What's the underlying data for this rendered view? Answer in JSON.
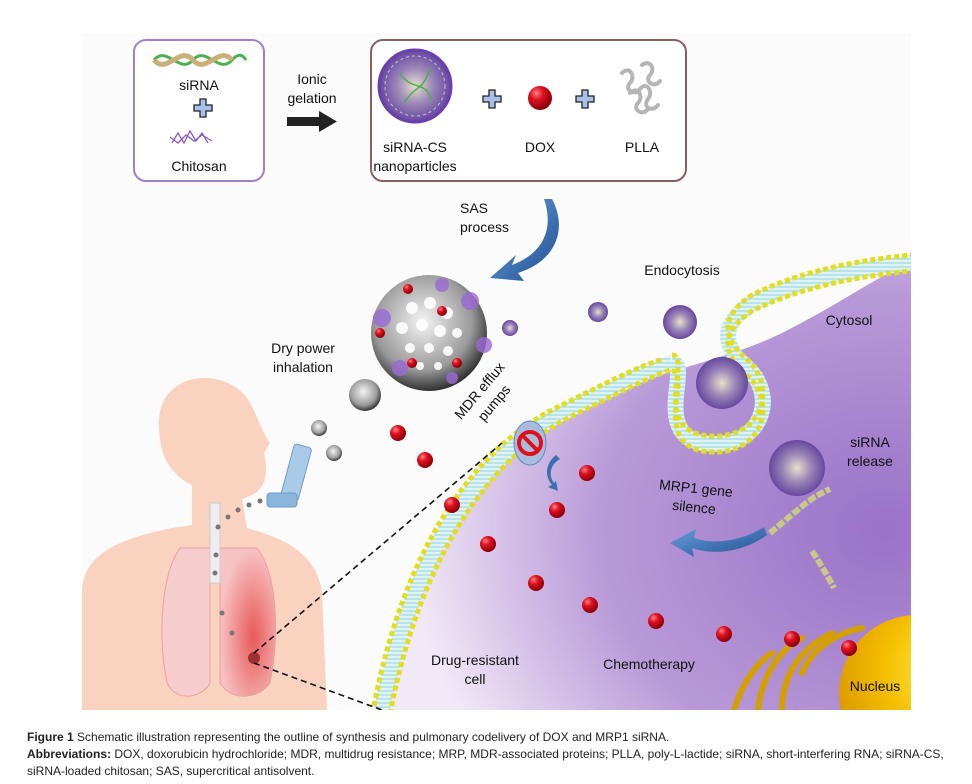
{
  "figure": {
    "top_left_box": {
      "item1": "siRNA",
      "item2": "Chitosan"
    },
    "process_arrow_label": [
      "Ionic",
      "gelation"
    ],
    "top_right_box": {
      "item1": [
        "siRNA-CS",
        "nanoparticles"
      ],
      "item2": "DOX",
      "item3": "PLLA"
    },
    "sas_label": [
      "SAS",
      "process"
    ],
    "inhalation_label": [
      "Dry power",
      "inhalation"
    ],
    "efflux_label": [
      "MDR efflux",
      "pumps"
    ],
    "endocytosis_label": "Endocytosis",
    "cytosol_label": "Cytosol",
    "sirna_release_label": [
      "siRNA",
      "release"
    ],
    "silence_label": [
      "MRP1 gene",
      "silence"
    ],
    "cell_label": [
      "Drug-resistant",
      "cell"
    ],
    "chemo_label": "Chemotherapy",
    "nucleus_label": "Nucleus",
    "colors": {
      "cytoplasm": "#a98ad0",
      "nanoparticle": "#7a4fb5",
      "dox": "#d0101a",
      "lipid_head": "#e3de1c",
      "lipid_tail": "#8fd4e0",
      "nucleus": "#f2b400",
      "arrow_blue": "#3a6fb0",
      "skin": "#f9d3bf",
      "lung": "#f0a0a0"
    }
  },
  "caption": {
    "figure_label": "Figure 1",
    "figure_text": "Schematic illustration representing the outline of synthesis and pulmonary codelivery of DOX and MRP1 siRNA.",
    "abbrev_label": "Abbreviations:",
    "abbrev_text": "DOX, doxorubicin hydrochloride; MDR, multidrug resistance; MRP, MDR-associated proteins; PLLA, poly-L-lactide; siRNA, short-interfering RNA; siRNA-CS, siRNA-loaded chitosan; SAS, supercritical antisolvent."
  }
}
